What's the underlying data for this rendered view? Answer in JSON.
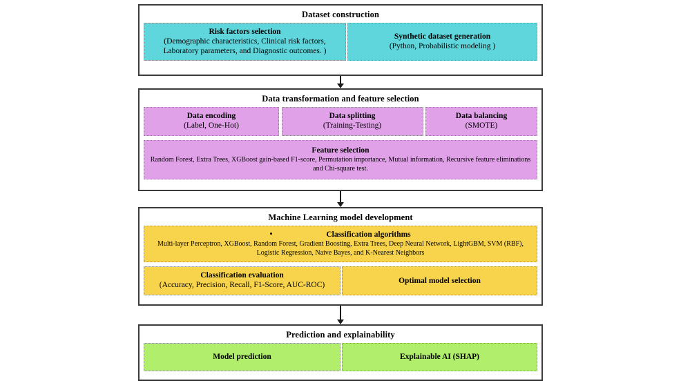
{
  "diagram": {
    "title": "Machine learning pipeline flowchart",
    "colors": {
      "dataset": "#5ED6DC",
      "transformation": "#E0A1E8",
      "model": "#F8D44C",
      "prediction": "#B0EE6C",
      "outline": "#3b3b3b",
      "arrow": "#1b1b1b"
    },
    "stages": [
      {
        "id": "dataset-construction",
        "title": "Dataset construction",
        "boxes": [
          {
            "id": "risk-factors-selection",
            "heading": "Risk factors selection",
            "line1": "(Demographic characteristics, Clinical risk factors,",
            "line2": "Laboratory parameters, and Diagnostic outcomes. )"
          },
          {
            "id": "synthetic-dataset-generation",
            "heading": "Synthetic dataset generation",
            "line1": "(Python, Probabilistic modeling )"
          }
        ]
      },
      {
        "id": "data-transformation-and-feature-selection",
        "title": "Data transformation and feature selection",
        "boxes": [
          {
            "id": "data-encoding",
            "heading": "Data encoding",
            "line1": "(Label, One-Hot)"
          },
          {
            "id": "data-splitting",
            "heading": "Data splitting",
            "line1": "(Training-Testing)"
          },
          {
            "id": "data-balancing",
            "heading": "Data balancing",
            "line1": "(SMOTE)"
          },
          {
            "id": "feature-selection",
            "heading": "Feature selection",
            "line1": "Random Forest, Extra Trees, XGBoost gain-based F1-score, Permutation importance, Mutual information, Recursive feature eliminations",
            "line2": "and Chi-square test."
          }
        ]
      },
      {
        "id": "machine-learning-model-development",
        "title": "Machine Learning model development",
        "boxes": [
          {
            "id": "classification-algorithms",
            "heading": "Classification algorithms",
            "line1": "Multi-layer Perceptron, XGBoost, Random Forest, Gradient Boosting, Extra Trees, Deep Neural Network, LightGBM, SVM (RBF),",
            "line2": "Logistic Regression, Naive Bayes, and K-Nearest Neighbors"
          },
          {
            "id": "classification-evaluation",
            "heading": "Classification evaluation",
            "line1": "(Accuracy, Precision, Recall, F1-Score, AUC-ROC)"
          },
          {
            "id": "optimal-model-selection",
            "heading": "Optimal model selection",
            "line1": ""
          }
        ]
      },
      {
        "id": "prediction-and-explainability",
        "title": "Prediction and explainability",
        "boxes": [
          {
            "id": "model-prediction",
            "heading": "Model prediction",
            "line1": ""
          },
          {
            "id": "explainable-ai-shap",
            "heading": "Explainable AI (SHAP)",
            "line1": ""
          }
        ]
      }
    ]
  }
}
